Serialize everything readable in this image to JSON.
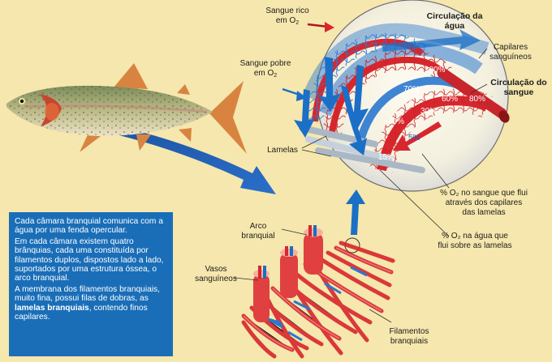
{
  "labels": {
    "sangue_rico": "Sangue rico em O",
    "sangue_rico_sub": "2",
    "sangue_pobre": "Sangue pobre em O",
    "sangue_pobre_sub": "2",
    "circ_agua": "Circulação da água",
    "capilares": "Capilares sanguíneos",
    "circ_sangue": "Circulação do sangue",
    "lamelas": "Lamelas",
    "pct_sangue": "% O₂ no sangue que flui através dos capilares das lamelas",
    "pct_agua": "% O₂ na água que flui sobre as lamelas",
    "arco": "Arco branquial",
    "vasos": "Vasos sanguíneos",
    "filamentos": "Filamentos branquiais"
  },
  "percent_water": [
    "100%",
    "70%",
    "40%",
    "15%"
  ],
  "percent_blood": [
    "80%",
    "60%",
    "30%",
    "5%"
  ],
  "info": {
    "p1": "Cada câmara branquial comunica com a água por uma fenda opercular.",
    "p2": "Em cada câmara existem quatro brânquias, cada uma constituída por filamentos duplos, dispostos lado a lado, suportados por uma estrutura óssea, o arco branquial.",
    "p3_before": "A membrana dos filamentos branquiais, muito fina, possui filas de dobras, as ",
    "p3_bold": "lamelas branquiais",
    "p3_after": ", contendo finos capilares."
  },
  "colors": {
    "background": "#f5e7ad",
    "water_blue": "#1b6fc6",
    "blood_red": "#d8262d",
    "info_box": "#1a6eb8"
  }
}
